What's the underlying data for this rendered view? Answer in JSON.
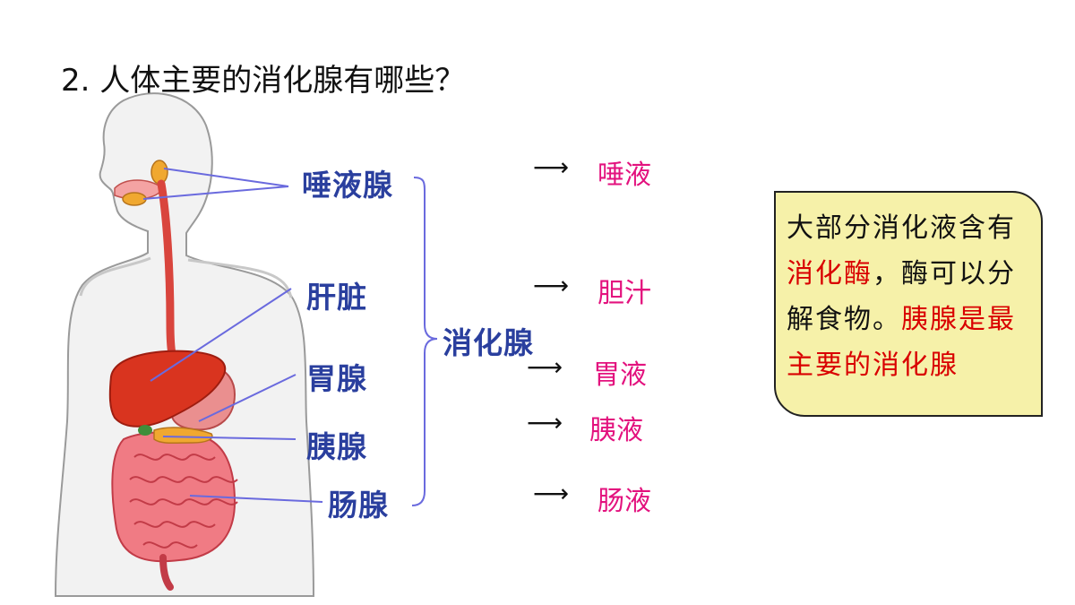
{
  "title": "2. 人体主要的消化腺有哪些？",
  "glands": [
    "唾液腺",
    "肝脏",
    "胃腺",
    "胰腺",
    "肠腺"
  ],
  "group_label": "消化腺",
  "juices": [
    "唾液",
    "胆汁",
    "胃液",
    "胰液",
    "肠液"
  ],
  "arrow_glyph": "⟶",
  "note": {
    "p1": "大部分消化液含有",
    "enzyme": "消化酶",
    "p2": "，酶可以分解食物。",
    "pancreas": "胰腺是最主要的消化腺"
  },
  "colors": {
    "gland_text": "#2a3f9e",
    "juice_text": "#e3127e",
    "highlight": "#d90000",
    "note_bg": "#f6f1a9"
  },
  "icons": [
    "human-body-silhouette",
    "salivary-gland-icon",
    "esophagus-icon",
    "liver-icon",
    "stomach-icon",
    "pancreas-icon",
    "intestine-icon"
  ]
}
